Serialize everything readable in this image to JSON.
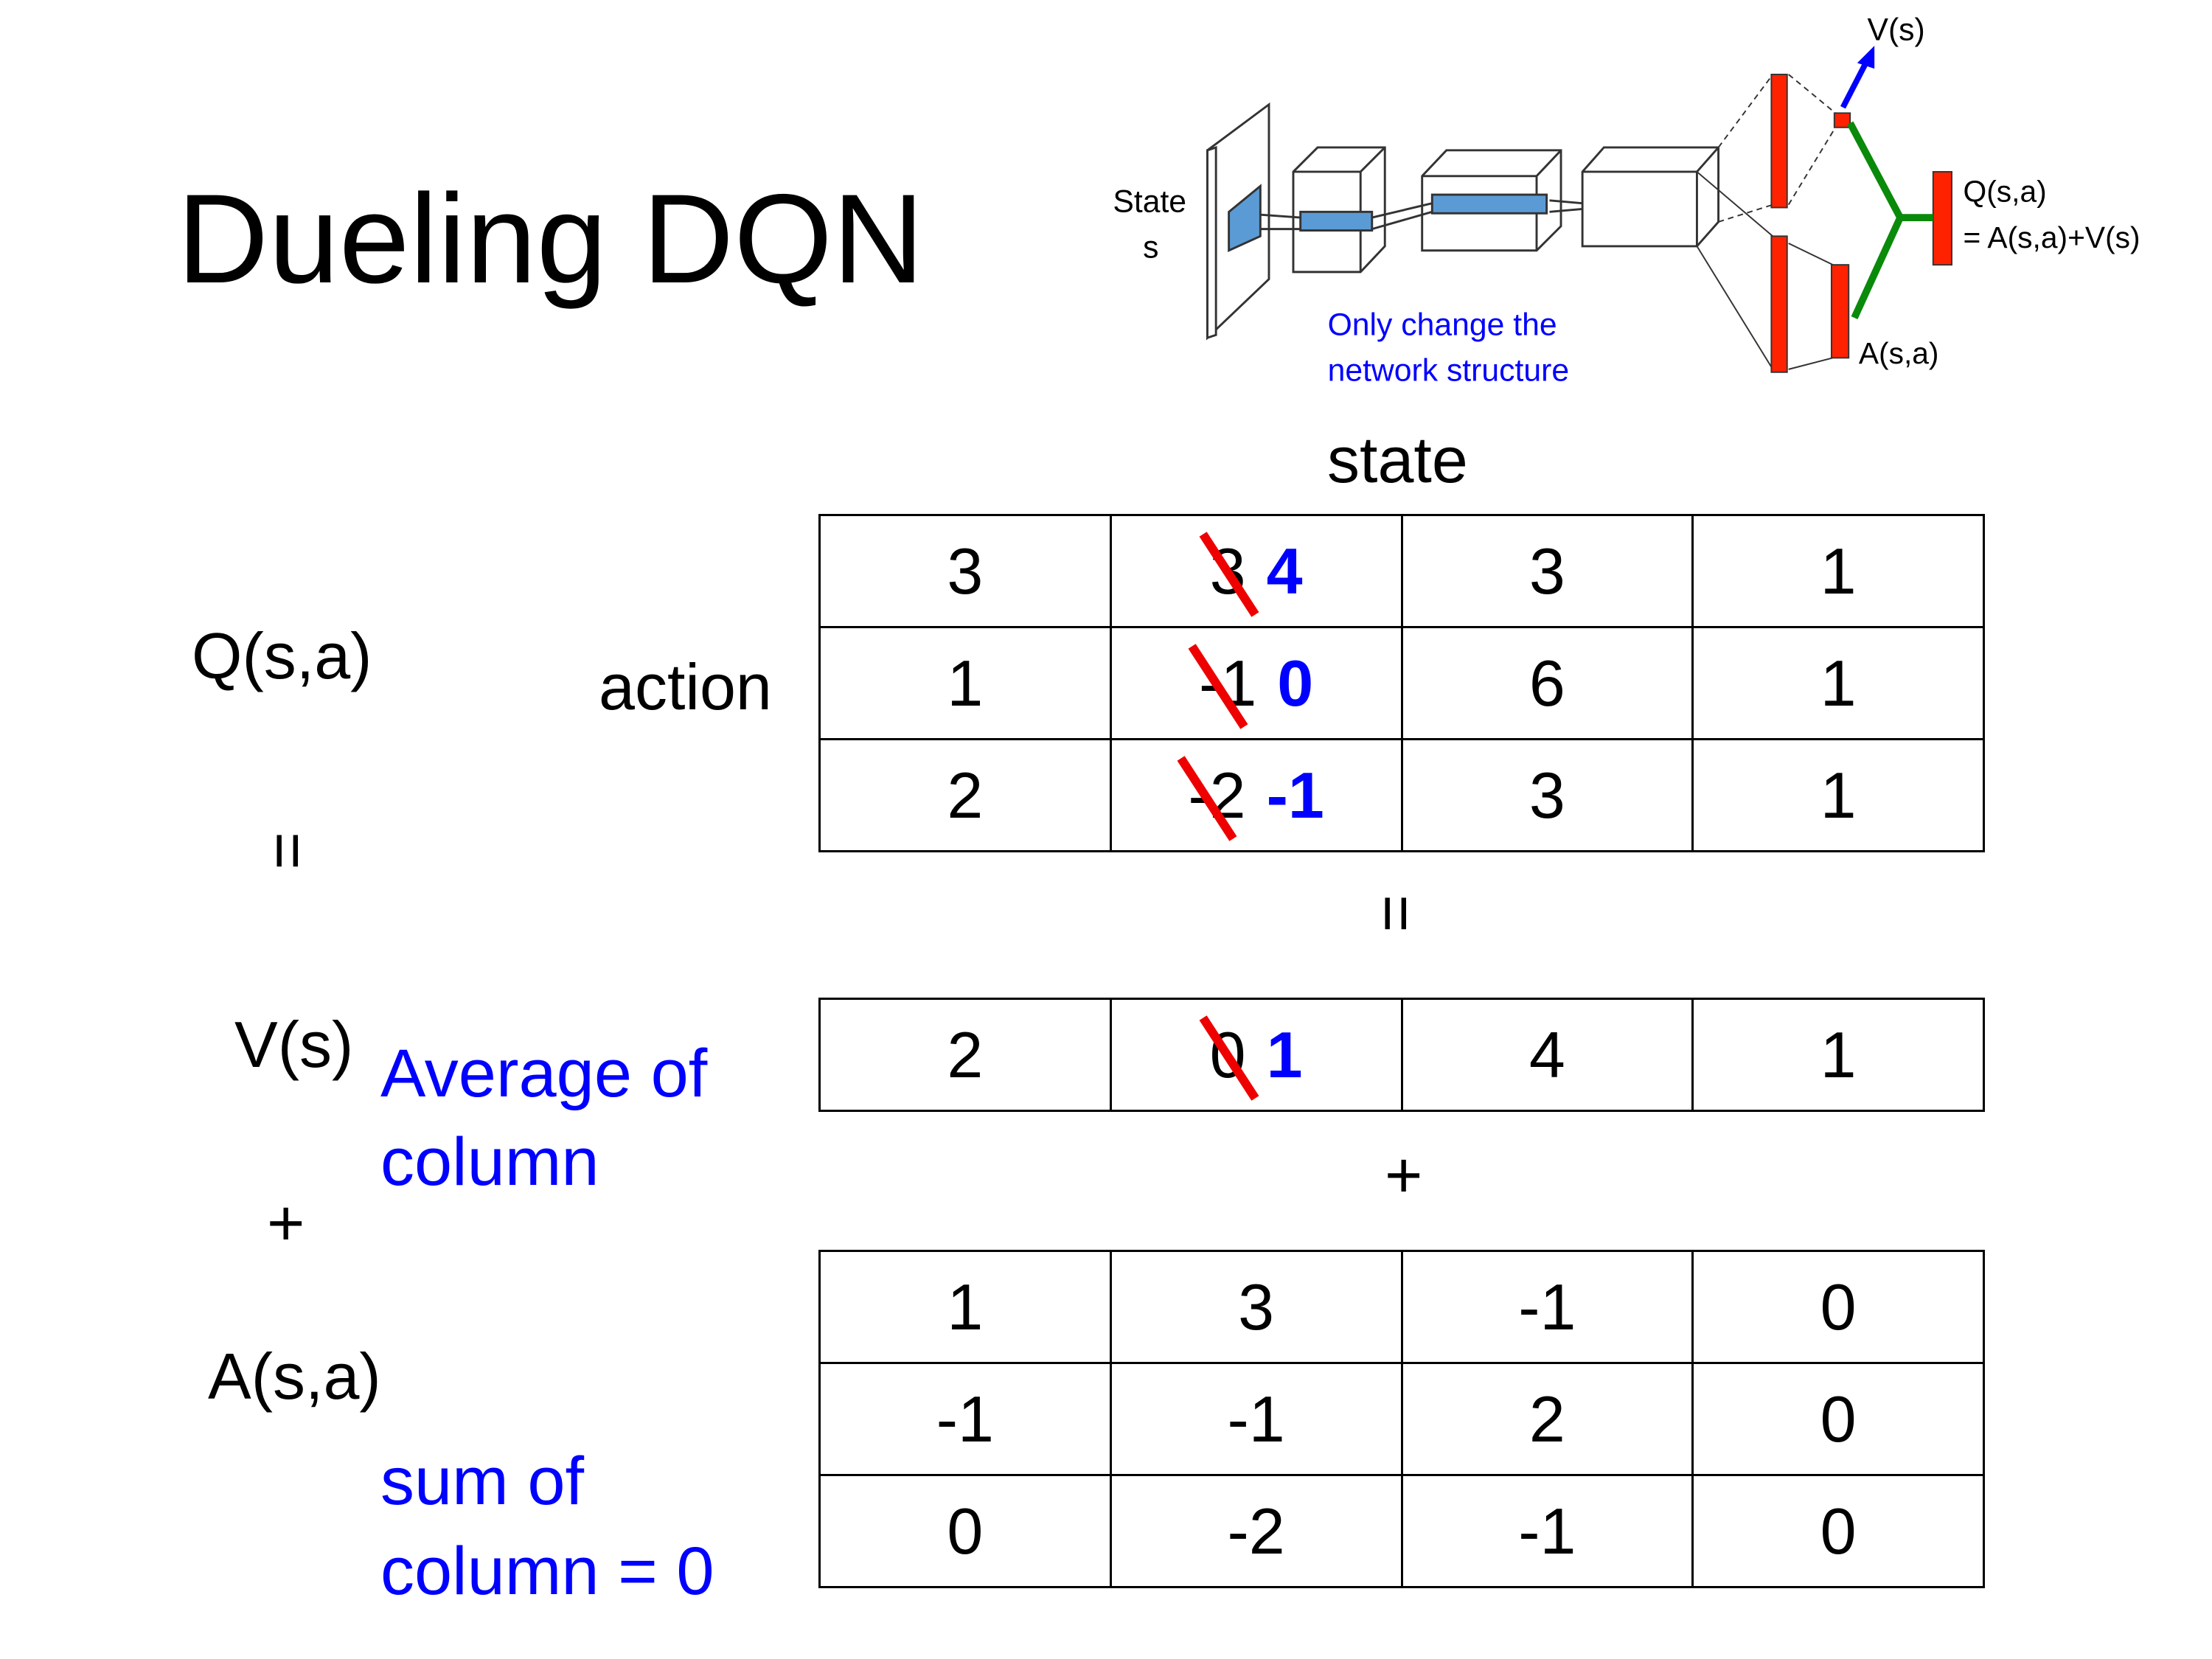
{
  "title": "Dueling DQN",
  "diagram": {
    "state_label": "State",
    "state_sub": "s",
    "note_line1": "Only change the",
    "note_line2": "network structure",
    "v_label": "V(s)",
    "q_label": "Q(s,a)",
    "q_formula": "= A(s,a)+V(s)",
    "a_label": "A(s,a)",
    "colors": {
      "layer_blue": "#5b9bd5",
      "dense_red": "#ff2200",
      "merge_green": "#0a8a0a",
      "arrow_blue": "#0000ff"
    }
  },
  "labels": {
    "state": "state",
    "action": "action",
    "q": "Q(s,a)",
    "equals_left": "=",
    "equals_mid": "=",
    "v": "V(s)",
    "v_note_line1": "Average of",
    "v_note_line2": "column",
    "plus_left": "+",
    "plus_mid": "+",
    "a": "A(s,a)",
    "a_note_line1": "sum of",
    "a_note_line2": "column = 0"
  },
  "tables": {
    "q": [
      [
        {
          "value": "3"
        },
        {
          "old": "3",
          "new": "4"
        },
        {
          "value": "3"
        },
        {
          "value": "1"
        }
      ],
      [
        {
          "value": "1"
        },
        {
          "old": "-1",
          "new": "0"
        },
        {
          "value": "6"
        },
        {
          "value": "1"
        }
      ],
      [
        {
          "value": "2"
        },
        {
          "old": "-2",
          "new": "-1"
        },
        {
          "value": "3"
        },
        {
          "value": "1"
        }
      ]
    ],
    "v": [
      [
        {
          "value": "2"
        },
        {
          "old": "0",
          "new": "1"
        },
        {
          "value": "4"
        },
        {
          "value": "1"
        }
      ]
    ],
    "a": [
      [
        {
          "value": "1"
        },
        {
          "value": "3"
        },
        {
          "value": "-1"
        },
        {
          "value": "0"
        }
      ],
      [
        {
          "value": "-1"
        },
        {
          "value": "-1"
        },
        {
          "value": "2"
        },
        {
          "value": "0"
        }
      ],
      [
        {
          "value": "0"
        },
        {
          "value": "-2"
        },
        {
          "value": "-1"
        },
        {
          "value": "0"
        }
      ]
    ]
  },
  "colors": {
    "accent_blue": "#0000ff",
    "strike_red": "#ee0000"
  }
}
